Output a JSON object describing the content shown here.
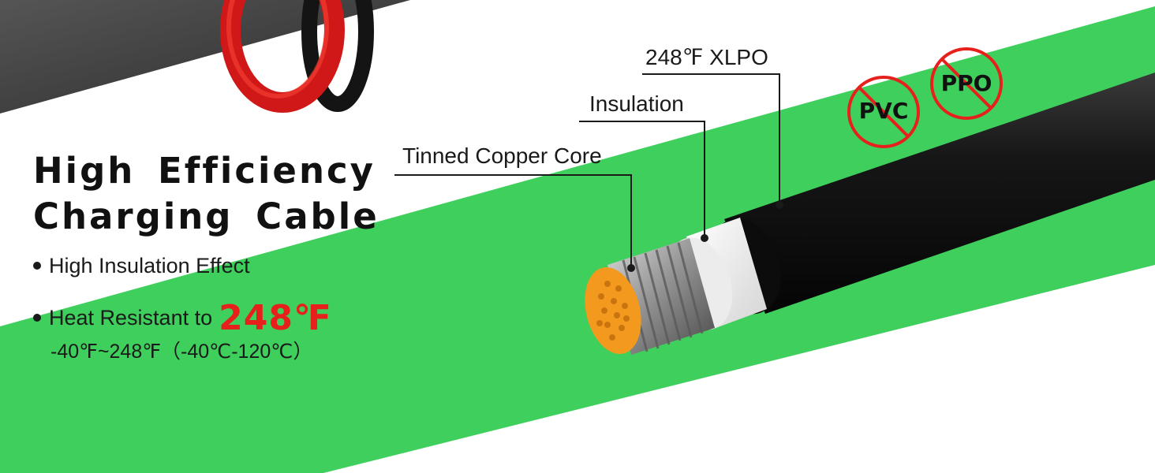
{
  "headline": {
    "line1": "High Efficiency",
    "line2": "Charging Cable"
  },
  "features": [
    {
      "text": "High Insulation Effect"
    },
    {
      "text": "Heat Resistant to",
      "highlight": "248℉"
    }
  ],
  "temperature_range": "-40℉~248℉（-40℃-120℃）",
  "callouts": {
    "core": "Tinned Copper Core",
    "insulation": "Insulation",
    "jacket": "248℉ XLPO"
  },
  "no_materials": [
    {
      "label": "PVC"
    },
    {
      "label": "PPO"
    }
  ],
  "colors": {
    "band_green": "#3ecf5c",
    "dark_band": "#3a3a3a",
    "highlight_red": "#e8201c",
    "cable_black": "#141414",
    "insulation_white": "#f2f2f2",
    "strand_orange": "#f39a1e",
    "no_sign_red": "#e8201c"
  }
}
